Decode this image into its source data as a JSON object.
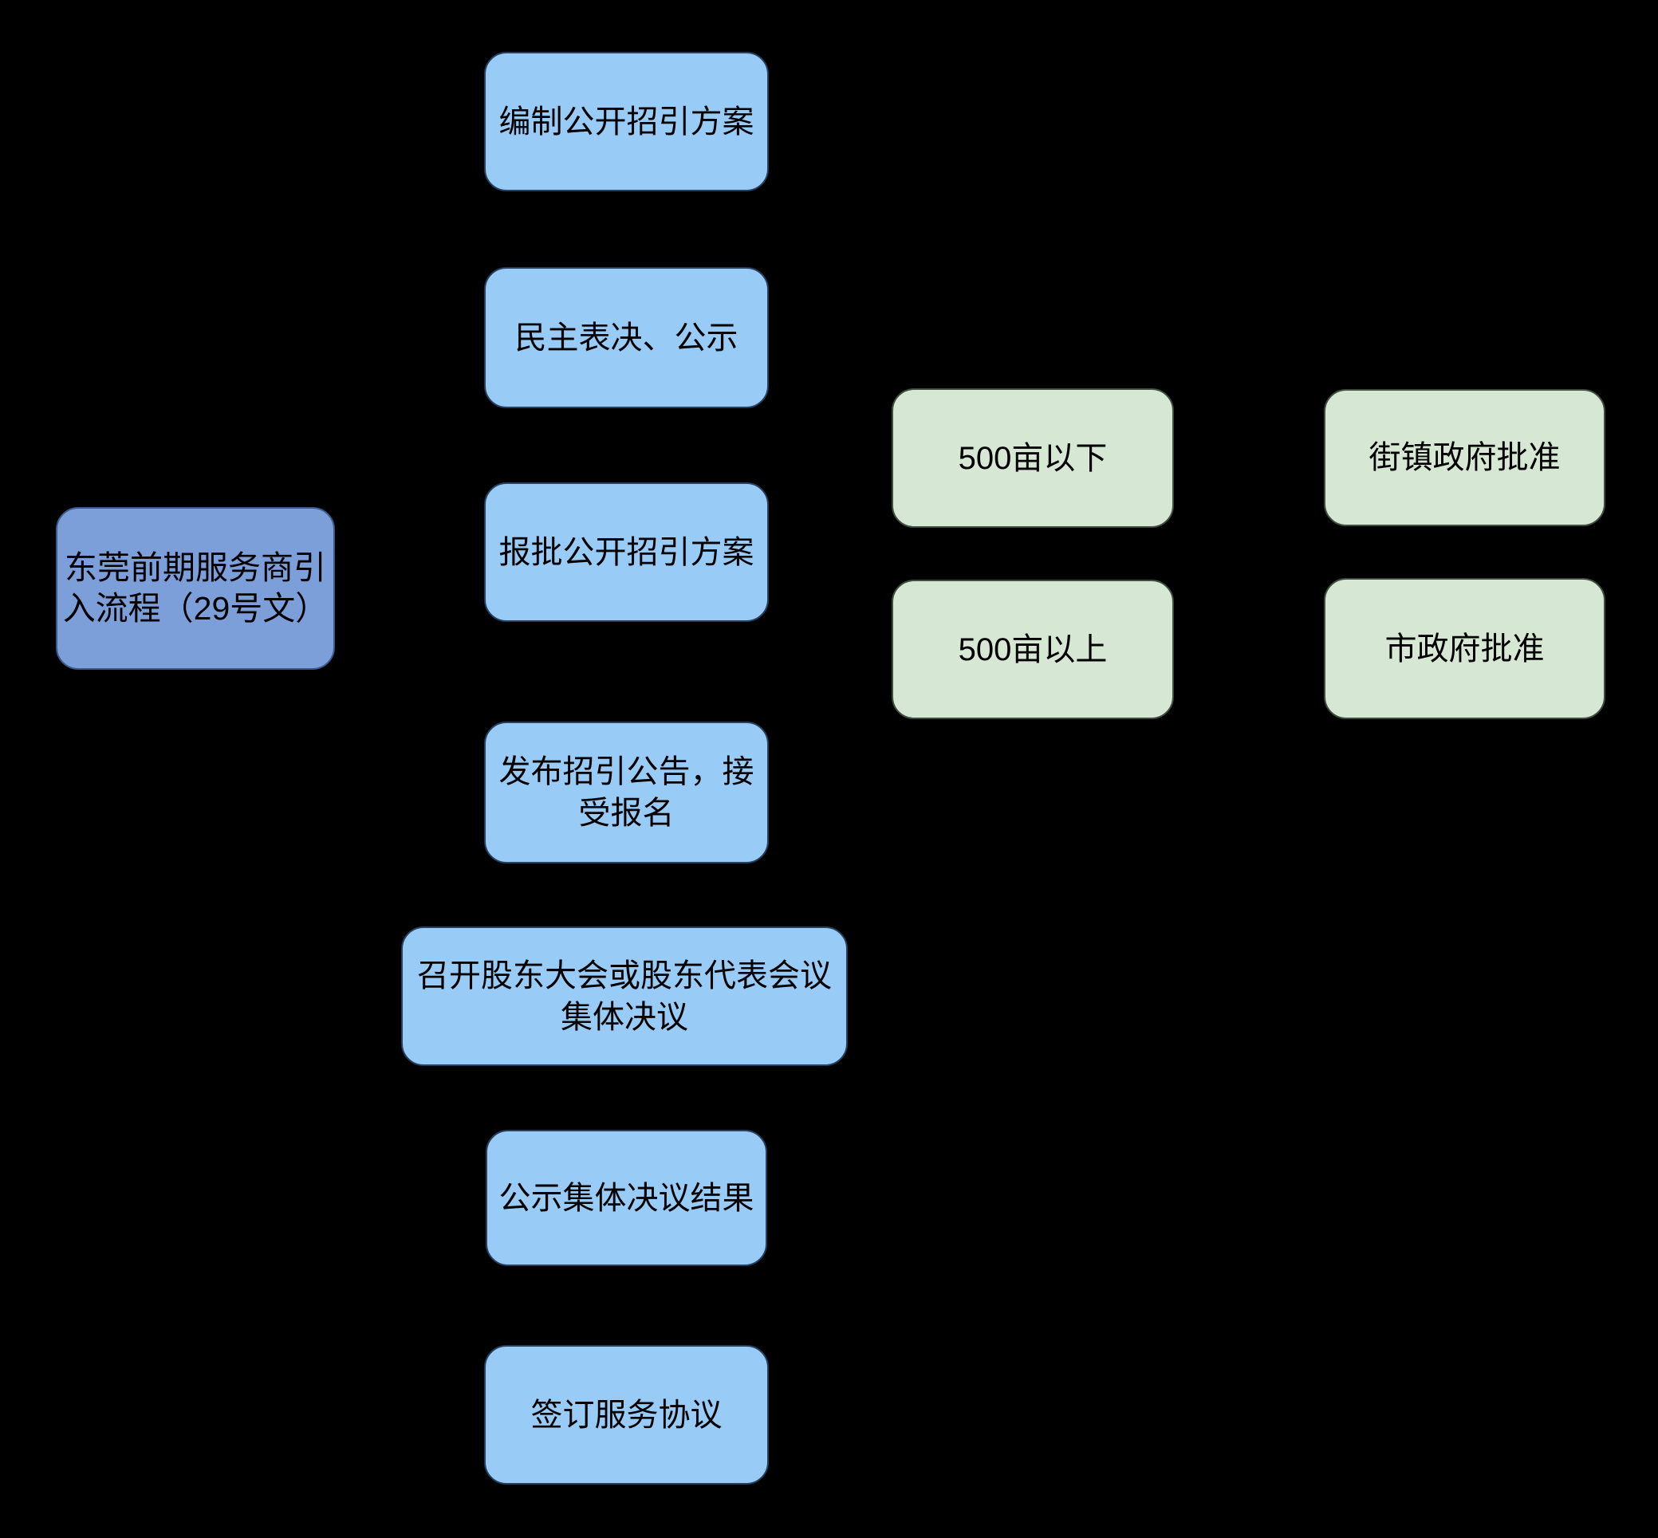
{
  "diagram": {
    "background_color": "#000000",
    "text_color": "#000000",
    "root": {
      "label": "东莞前期服务商引入流程（29号文）",
      "fill": "#7C9ED9"
    },
    "steps": [
      {
        "label": "编制公开招引方案"
      },
      {
        "label": "民主表决、公示"
      },
      {
        "label": "报批公开招引方案"
      },
      {
        "label": "发布招引公告，接受报名"
      },
      {
        "label": "召开股东大会或股东代表会议集体决议"
      },
      {
        "label": "公示集体决议结果"
      },
      {
        "label": "签订服务协议"
      }
    ],
    "step_fill": "#99CBF7",
    "conditions": [
      {
        "label": "500亩以下"
      },
      {
        "label": "500亩以上"
      }
    ],
    "approvals": [
      {
        "label": "街镇政府批准"
      },
      {
        "label": "市政府批准"
      }
    ],
    "condition_fill": "#D6E7D3"
  }
}
